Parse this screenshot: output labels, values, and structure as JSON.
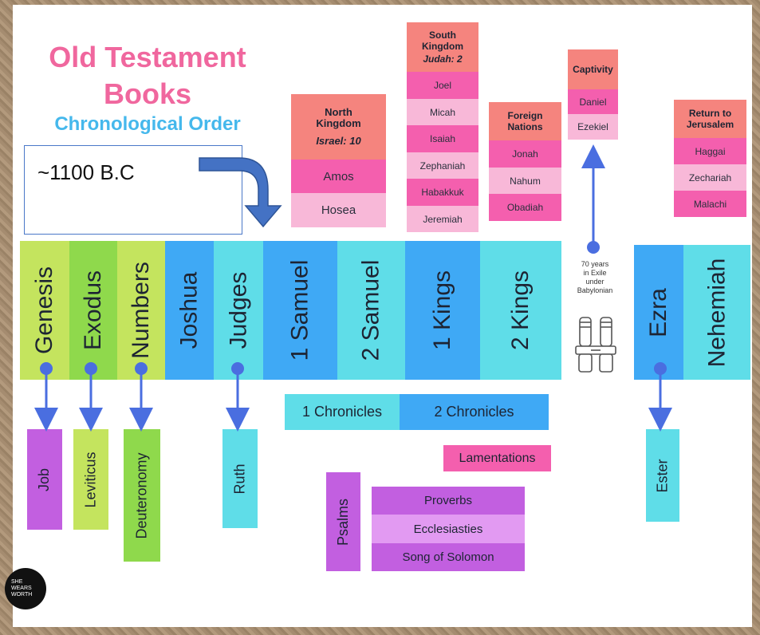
{
  "title": {
    "line1": "Old Testament",
    "line2": "Books",
    "subtitle": "Chronological Order"
  },
  "callout": {
    "text": "~1100 B.C"
  },
  "colors": {
    "lime": "#c4e45e",
    "green": "#8fd94c",
    "blue": "#3fa9f5",
    "teal": "#5fdde8",
    "pink": "#f45fae",
    "lightpink": "#f8b8d8",
    "salmon": "#f5847e",
    "purple": "#c25fe0",
    "lightpurple": "#e29af2",
    "arrow": "#4a6ee0"
  },
  "timeline": [
    "Genesis",
    "Exodus",
    "Numbers",
    "Joshua",
    "Judges",
    "1 Samuel",
    "2 Samuel",
    "1 Kings",
    "2 Kings",
    "Ezra",
    "Nehemiah"
  ],
  "below": {
    "job": "Job",
    "leviticus": "Leviticus",
    "deuteronomy": "Deuteronomy",
    "ruth": "Ruth",
    "ester": "Ester",
    "psalms": "Psalms"
  },
  "chronicles": [
    "1 Chronicles",
    "2 Chronicles"
  ],
  "lamentations": "Lamentations",
  "wisdom": [
    "Proverbs",
    "Ecclesiasties",
    "Song of Solomon"
  ],
  "north": {
    "header": "North Kingdom",
    "count": "Israel: 10",
    "books": [
      "Amos",
      "Hosea"
    ]
  },
  "south": {
    "header": "South Kingdom",
    "count": "Judah: 2",
    "books": [
      "Joel",
      "Micah",
      "Isaiah",
      "Zephaniah",
      "Habakkuk",
      "Jeremiah"
    ]
  },
  "foreign": {
    "header": "Foreign Nations",
    "books": [
      "Jonah",
      "Nahum",
      "Obadiah"
    ]
  },
  "captivity": {
    "header": "Captivity",
    "books": [
      "Daniel",
      "Ezekiel"
    ]
  },
  "return": {
    "header": "Return to Jerusalem",
    "books": [
      "Haggai",
      "Zechariah",
      "Malachi"
    ]
  },
  "exile": {
    "line1": "70 years",
    "line2": "in Exile",
    "line3": "under",
    "line4": "Babylonian"
  },
  "logo": {
    "line1": "SHE",
    "line2": "WEARS",
    "line3": "WORTH"
  }
}
